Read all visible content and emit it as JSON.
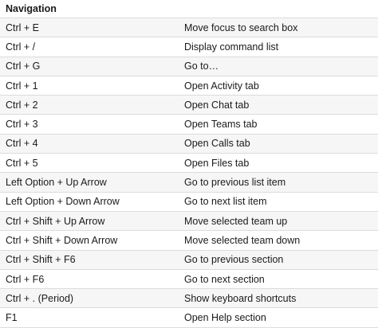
{
  "table": {
    "section_title": "Navigation",
    "rows": [
      {
        "keys": "Ctrl + E",
        "action": "Move focus to search box"
      },
      {
        "keys": "Ctrl + /",
        "action": "Display command list"
      },
      {
        "keys": "Ctrl + G",
        "action": "Go to…"
      },
      {
        "keys": "Ctrl + 1",
        "action": "Open Activity tab"
      },
      {
        "keys": "Ctrl + 2",
        "action": "Open Chat tab"
      },
      {
        "keys": "Ctrl + 3",
        "action": "Open Teams tab"
      },
      {
        "keys": "Ctrl + 4",
        "action": "Open Calls tab"
      },
      {
        "keys": "Ctrl + 5",
        "action": "Open Files tab"
      },
      {
        "keys": "Left Option + Up Arrow",
        "action": "Go to previous list item"
      },
      {
        "keys": "Left Option + Down Arrow",
        "action": "Go to next list item"
      },
      {
        "keys": "Ctrl + Shift + Up Arrow",
        "action": "Move selected team up"
      },
      {
        "keys": "Ctrl + Shift + Down Arrow",
        "action": "Move selected team down"
      },
      {
        "keys": "Ctrl + Shift + F6",
        "action": "Go to previous section"
      },
      {
        "keys": "Ctrl + F6",
        "action": "Go to next section"
      },
      {
        "keys": "Ctrl + . (Period)",
        "action": "Show keyboard shortcuts"
      },
      {
        "keys": "F1",
        "action": "Open Help section"
      }
    ]
  }
}
